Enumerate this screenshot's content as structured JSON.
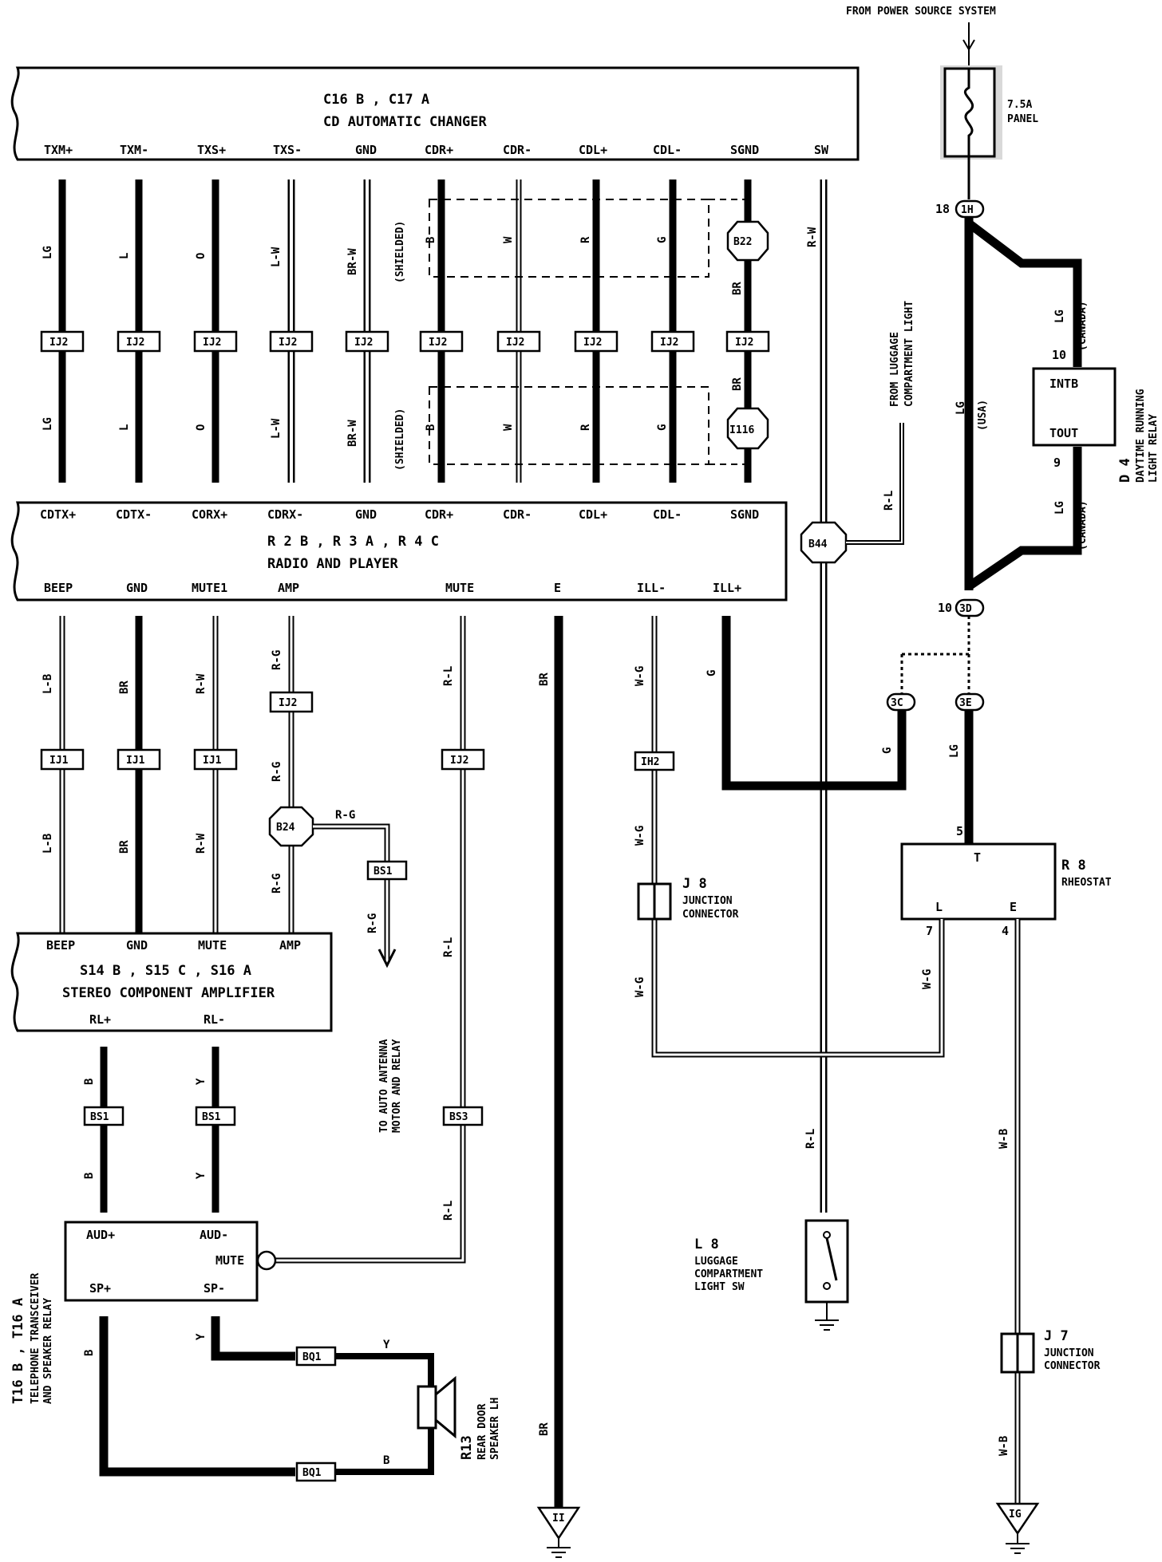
{
  "header": {
    "power_source": "FROM POWER SOURCE SYSTEM"
  },
  "fuse": {
    "rating": "7.5A",
    "name": "PANEL",
    "in_connector": "1H",
    "in_pin": "18"
  },
  "cd_changer": {
    "connectors_label": "C16 B , C17 A",
    "name": "CD AUTOMATIC CHANGER",
    "terminals": [
      "TXM+",
      "TXM-",
      "TXS+",
      "TXS-",
      "GND",
      "CDR+",
      "CDR-",
      "CDL+",
      "CDL-",
      "SGND",
      "SW"
    ]
  },
  "radio": {
    "connectors_label": "R 2 B , R 3 A , R 4 C",
    "name": "RADIO AND PLAYER",
    "top_terminals": [
      "CDTX+",
      "CDTX-",
      "CORX+",
      "CDRX-",
      "GND",
      "CDR+",
      "CDR-",
      "CDL+",
      "CDL-",
      "SGND"
    ],
    "bottom_terminals": [
      "BEEP",
      "GND",
      "MUTE1",
      "AMP",
      "MUTE",
      "E",
      "ILL-",
      "ILL+"
    ]
  },
  "amplifier": {
    "connectors_label": "S14 B , S15 C , S16 A",
    "name": "STEREO COMPONENT AMPLIFIER",
    "terminals": [
      "BEEP",
      "GND",
      "MUTE",
      "AMP",
      "RL+",
      "RL-"
    ]
  },
  "telephone": {
    "connectors_label": "T16 B , T16 A",
    "name_line1": "TELEPHONE TRANSCEIVER",
    "name_line2": "AND SPEAKER RELAY",
    "terminals": [
      "AUD+",
      "AUD-",
      "MUTE",
      "SP+",
      "SP-"
    ]
  },
  "drl_relay": {
    "id": "D 4",
    "name_line1": "DAYTIME RUNNING",
    "name_line2": "LIGHT RELAY",
    "terminals": [
      "INTB",
      "TOUT"
    ],
    "pins": [
      "10",
      "9"
    ]
  },
  "rheostat": {
    "id": "R 8",
    "name": "RHEOSTAT",
    "terminals": [
      "T",
      "L",
      "E"
    ],
    "pins": [
      "5",
      "7",
      "4"
    ]
  },
  "j8": {
    "id": "J 8",
    "name_line1": "JUNCTION",
    "name_line2": "CONNECTOR"
  },
  "j7": {
    "id": "J 7",
    "name_line1": "JUNCTION",
    "name_line2": "CONNECTOR"
  },
  "l8": {
    "id": "L 8",
    "name_line1": "LUGGAGE",
    "name_line2": "COMPARTMENT",
    "name_line3": "LIGHT SW"
  },
  "speaker": {
    "id": "R13",
    "name_line1": "REAR DOOR",
    "name_line2": "SPEAKER LH"
  },
  "notes": {
    "shielded": "(SHIELDED)",
    "luggage_light_1": "FROM LUGGAGE",
    "luggage_light_2": "COMPARTMENT LIGHT",
    "antenna_1": "TO AUTO ANTENNA",
    "antenna_2": "MOTOR AND RELAY",
    "usa": "(USA)",
    "canada": "(CANADA)"
  },
  "grounds": [
    "II",
    "IG"
  ],
  "joints": [
    "B22",
    "I116",
    "B44",
    "B24"
  ],
  "junctions": [
    "IJ2",
    "IJ1",
    "IH2",
    "BS1",
    "BS3",
    "BQ1",
    "3D",
    "3C",
    "3E"
  ],
  "wire_colors": [
    "LG",
    "L",
    "O",
    "L-W",
    "BR-W",
    "B",
    "W",
    "R",
    "G",
    "BR",
    "R-W",
    "L-B",
    "R-G",
    "R-L",
    "W-G",
    "Y",
    "W-B"
  ]
}
